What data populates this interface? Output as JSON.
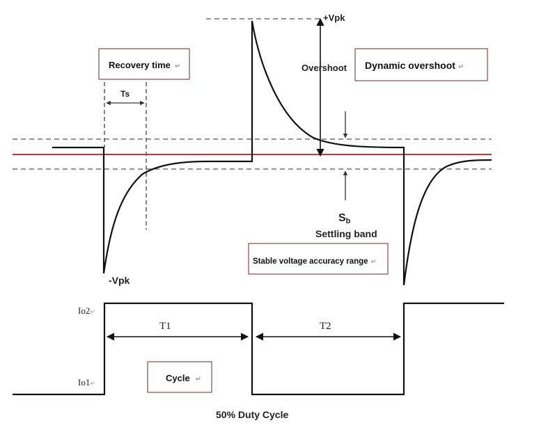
{
  "labels": {
    "plus_vpk": "+Vpk",
    "minus_vpk": "-Vpk",
    "overshoot": "Overshoot",
    "ts": "Ts",
    "sb_main": "S",
    "sb_sub": "b",
    "settling_band": "Settling band",
    "io2": "Io2",
    "io1": "Io1",
    "t1": "T1",
    "t2": "T2",
    "duty_cycle": "50% Duty Cycle"
  },
  "boxes": {
    "recovery_time": "Recovery time",
    "dynamic_overshoot": "Dynamic overshoot",
    "stable_voltage": "Stable voltage accuracy range",
    "cycle": "Cycle"
  },
  "return_glyph": "↵",
  "colors": {
    "nominal_line": "#d0303a",
    "waveform": "#111111",
    "dashed": "#555555",
    "box_border": "#8a4a4a"
  }
}
